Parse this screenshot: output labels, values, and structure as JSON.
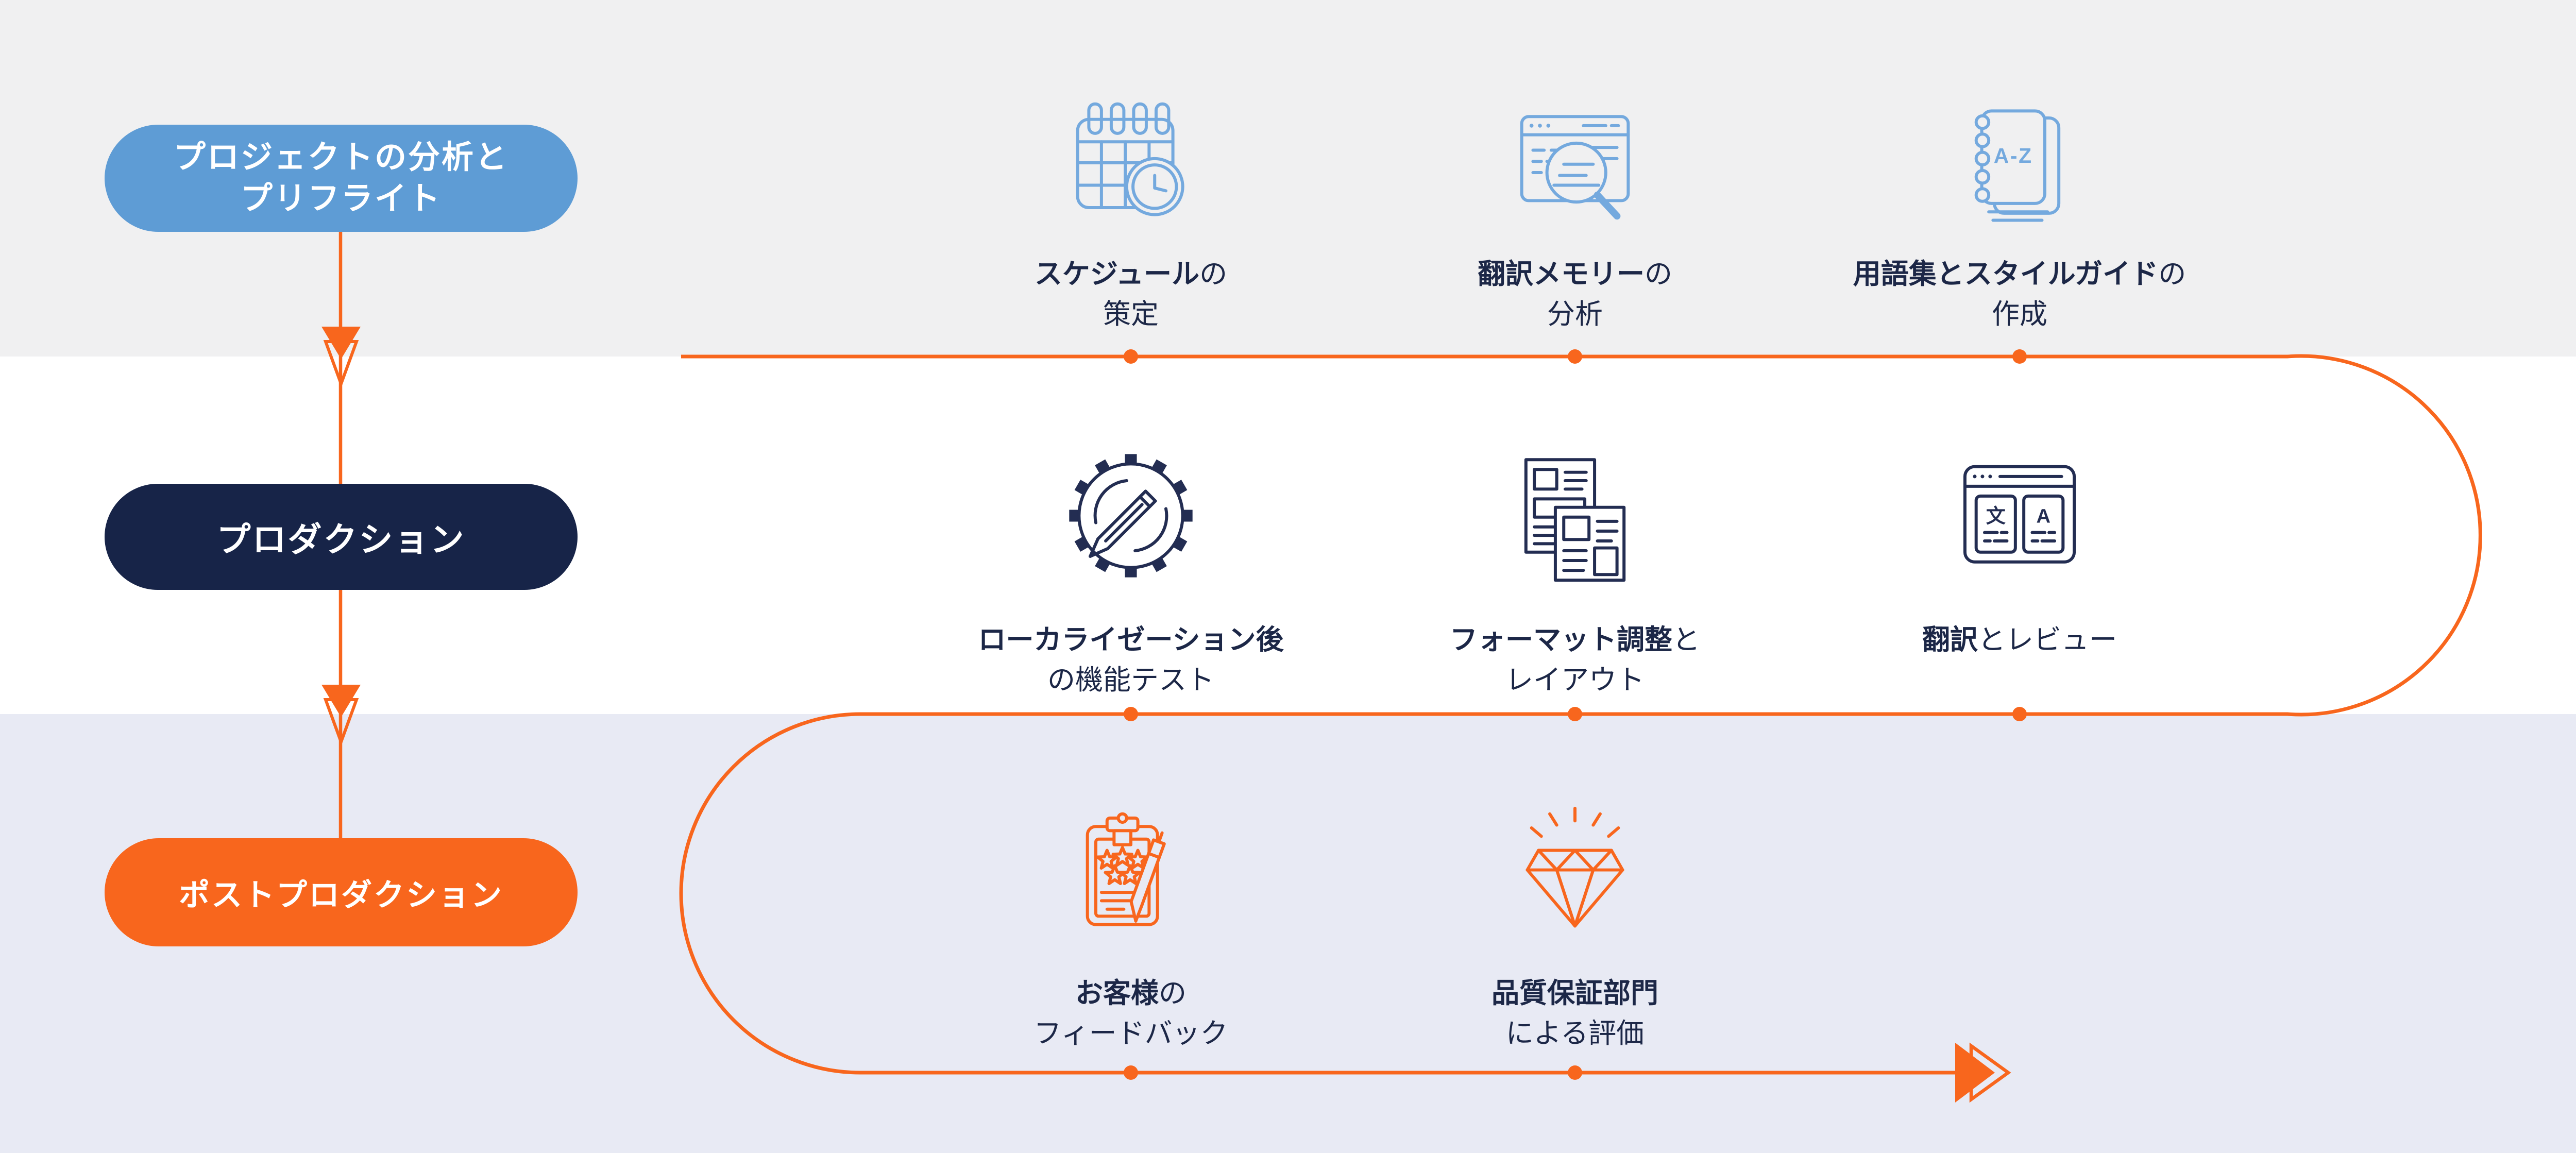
{
  "colors": {
    "accent_orange": "#F8661D",
    "pill_blue": "#5E9CD5",
    "pill_navy": "#172448",
    "icon_blue": "#74A9DE",
    "icon_navy": "#232D52",
    "label_text": "#1C2747",
    "band_top": "#F0F0F1",
    "band_middle": "#FFFFFF",
    "band_bottom": "#E8EAF4"
  },
  "stages": [
    {
      "name": "preflight",
      "pill_label_line1": "プロジェクトの分析と",
      "pill_label_line2": "プリフライト",
      "pill_color": "#5E9CD5"
    },
    {
      "name": "production",
      "pill_label": "プロダクション",
      "pill_color": "#172448"
    },
    {
      "name": "post-production",
      "pill_label": "ポストプロダクション",
      "pill_color": "#F8661D"
    }
  ],
  "steps": {
    "schedule": {
      "icon": "calendar-clock-icon",
      "title_bold": "スケジュール",
      "title_rest": "の",
      "title_line2": "策定"
    },
    "translation_memory": {
      "icon": "browser-magnifier-icon",
      "title_bold": "翻訳メモリー",
      "title_rest": "の",
      "title_line2": "分析"
    },
    "glossary": {
      "icon": "az-notebook-icon",
      "title_bold": "用語集とスタイルガイド",
      "title_rest": "の",
      "title_line2": "作成"
    },
    "functional_testing": {
      "icon": "gear-pencil-icon",
      "title_bold": "ローカライゼーション後",
      "title_rest": "",
      "title_line2": "の機能テスト"
    },
    "formatting": {
      "icon": "layout-pages-icon",
      "title_bold": "フォーマット調整",
      "title_rest": "と",
      "title_line2": "レイアウト"
    },
    "translation_review": {
      "icon": "translate-window-icon",
      "title_bold": "翻訳",
      "title_rest": "とレビュー",
      "title_line2": ""
    },
    "customer_feedback": {
      "icon": "clipboard-stars-pen-icon",
      "title_bold": "お客様",
      "title_rest": "の",
      "title_line2": "フィードバック"
    },
    "qa_evaluation": {
      "icon": "diamond-icon",
      "title_bold": "品質保証部門",
      "title_rest": "",
      "title_line2": "による評価"
    }
  },
  "icon_text": {
    "az": "A-Z",
    "source_char": "文",
    "target_char": "A"
  }
}
